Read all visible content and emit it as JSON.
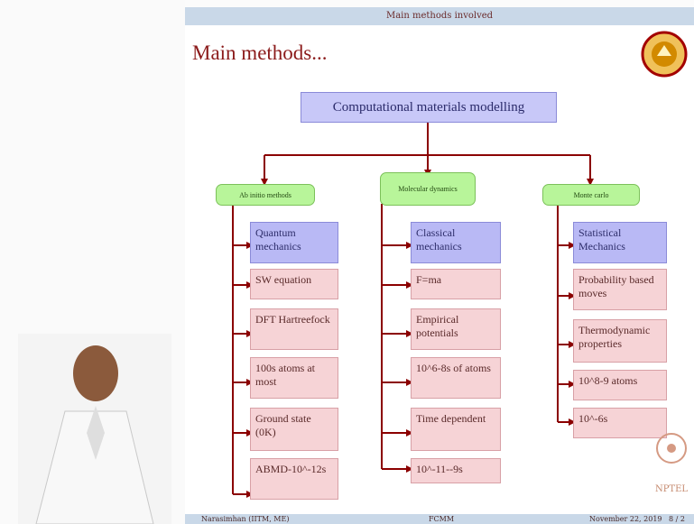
{
  "slide": {
    "top_label": "Main methods involved",
    "title": "Main methods..."
  },
  "diagram": {
    "root": "Computational materials modelling",
    "branches": [
      {
        "name": "Ab initio methods",
        "items": [
          "Quantum mechanics",
          "SW equation",
          "DFT Hartreefock",
          "100s atoms at most",
          "Ground state (0K)",
          "ABMD-10^-12s"
        ]
      },
      {
        "name": "Molecular dynamics",
        "items": [
          "Classical mechanics",
          "F=ma",
          "Empirical potentials",
          "10^6-8s of atoms",
          "Time dependent",
          "10^-11--9s"
        ]
      },
      {
        "name": "Monte carlo",
        "items": [
          "Statistical Mechanics",
          "Probability based moves",
          "Thermodynamic properties",
          "10^8-9 atoms",
          "10^-6s"
        ]
      }
    ]
  },
  "footer": {
    "author": "Narasimhan (IITM, ME)",
    "course": "FCMM",
    "date": "November 22, 2019",
    "page": "8 / 2"
  },
  "watermark": {
    "label": "NPTEL"
  },
  "colors": {
    "topbar": "#c9d8e8",
    "title": "#8b1a1a",
    "green": "#b8f59a",
    "pink": "#f6d3d6",
    "blue": "#b9b9f5",
    "arrow": "#8b0000"
  }
}
